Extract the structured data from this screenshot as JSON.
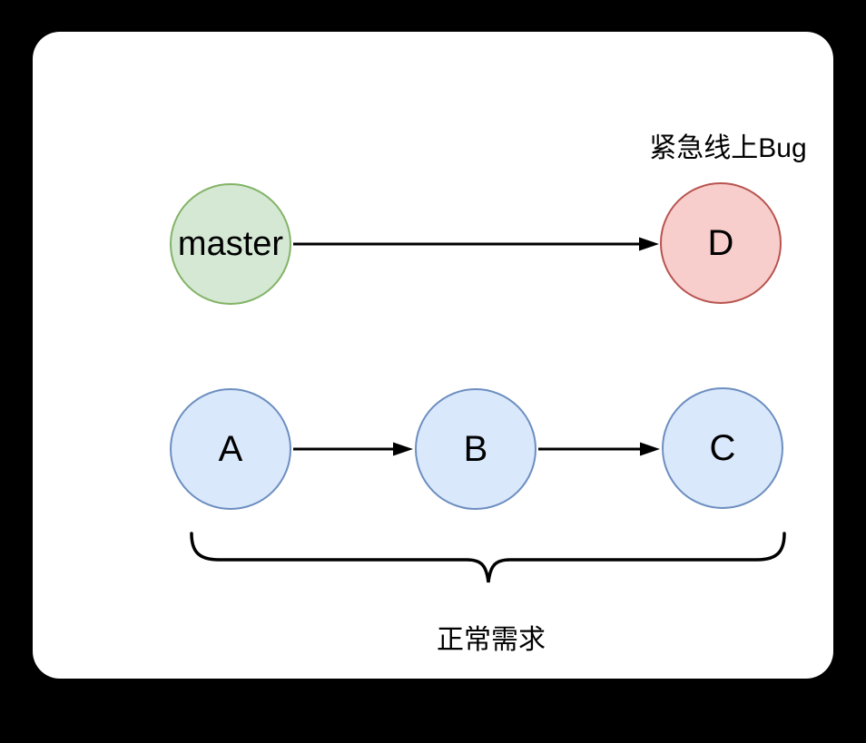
{
  "canvas": {
    "background": "#000000",
    "card_background": "#ffffff"
  },
  "labels": {
    "hotfix": "紧急线上Bug",
    "normal": "正常需求"
  },
  "nodes": {
    "master": {
      "label": "master",
      "fill": "#d5e8d4",
      "stroke": "#82b366"
    },
    "d": {
      "label": "D",
      "fill": "#f8cecc",
      "stroke": "#b85450"
    },
    "a": {
      "label": "A",
      "fill": "#dae8fc",
      "stroke": "#6c8ebf"
    },
    "b": {
      "label": "B",
      "fill": "#dae8fc",
      "stroke": "#6c8ebf"
    },
    "c": {
      "label": "C",
      "fill": "#dae8fc",
      "stroke": "#6c8ebf"
    }
  },
  "edges": [
    {
      "from": "master",
      "to": "D"
    },
    {
      "from": "A",
      "to": "B"
    },
    {
      "from": "B",
      "to": "C"
    }
  ],
  "edge_color": "#000000",
  "brace": {
    "groups": [
      "A",
      "B",
      "C"
    ],
    "caption": "正常需求"
  }
}
